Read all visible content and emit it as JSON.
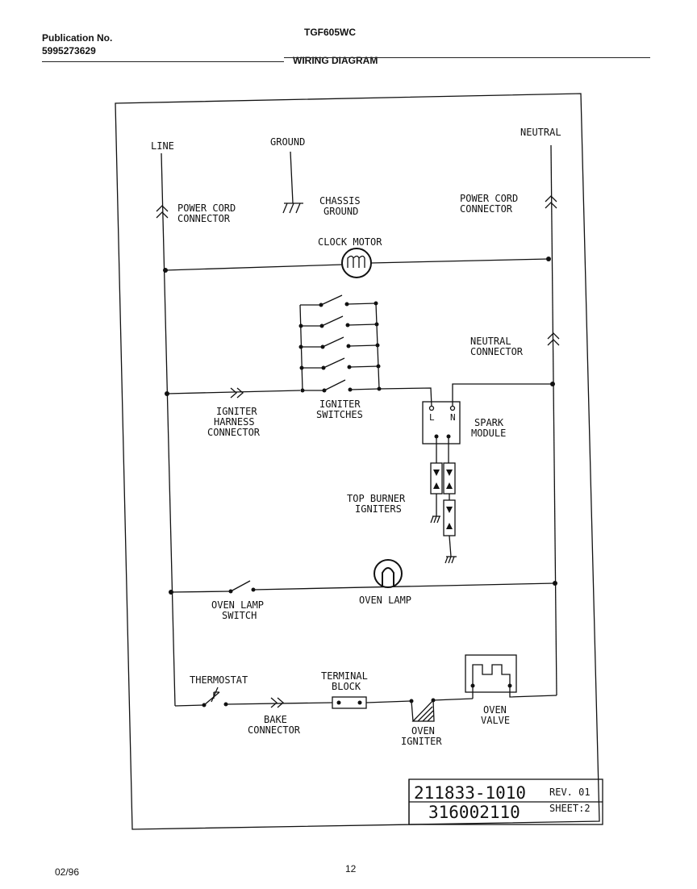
{
  "header": {
    "publication_label": "Publication No.",
    "publication_number": "5995273629",
    "model": "TGF605WC",
    "section_title": "WIRING DIAGRAM"
  },
  "diagram": {
    "line": "LINE",
    "ground": "GROUND",
    "neutral": "NEUTRAL",
    "power_cord_left_1": "POWER CORD",
    "power_cord_left_2": "CONNECTOR",
    "chassis_1": "CHASSIS",
    "chassis_2": "GROUND",
    "power_cord_right_1": "POWER CORD",
    "power_cord_right_2": "CONNECTOR",
    "clock_motor": "CLOCK MOTOR",
    "neutral_conn_1": "NEUTRAL",
    "neutral_conn_2": "CONNECTOR",
    "igniter_harness_1": "IGNITER",
    "igniter_harness_2": "HARNESS",
    "igniter_harness_3": "CONNECTOR",
    "igniter_switches_1": "IGNITER",
    "igniter_switches_2": "SWITCHES",
    "spark_1": "SPARK",
    "spark_2": "MODULE",
    "top_burner_1": "TOP BURNER",
    "top_burner_2": "IGNITERS",
    "oven_lamp_switch_1": "OVEN LAMP",
    "oven_lamp_switch_2": "SWITCH",
    "oven_lamp": "OVEN LAMP",
    "thermostat": "THERMOSTAT",
    "terminal_1": "TERMINAL",
    "terminal_2": "BLOCK",
    "bake_1": "BAKE",
    "bake_2": "CONNECTOR",
    "oven_igniter_1": "OVEN",
    "oven_igniter_2": "IGNITER",
    "oven_valve_1": "OVEN",
    "oven_valve_2": "VALVE",
    "module_l": "L",
    "module_n": "N"
  },
  "title_block": {
    "part_number": "211833-1010",
    "rev": "REV. 01",
    "number_2": "316002110",
    "sheet": "SHEET:2"
  },
  "footer": {
    "date": "02/96",
    "page": "12"
  }
}
